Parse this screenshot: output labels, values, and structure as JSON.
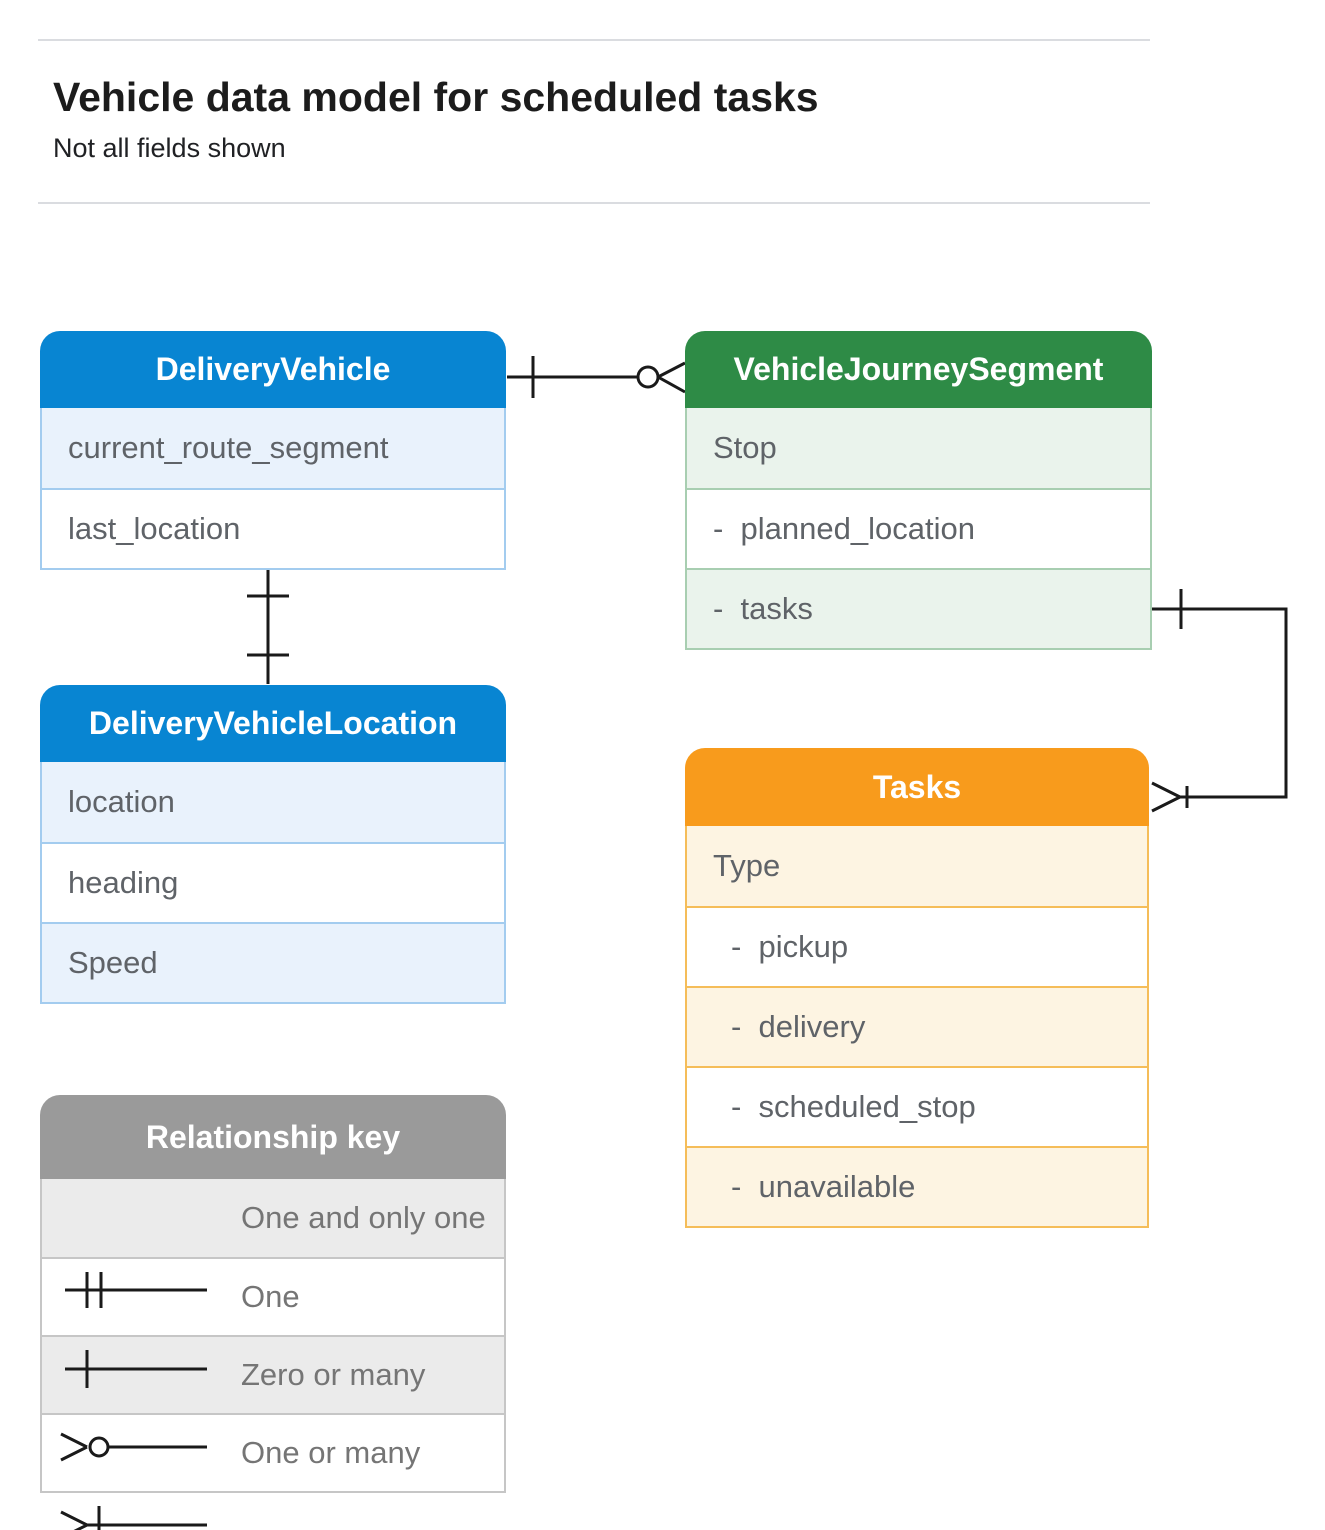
{
  "header": {
    "title": "Vehicle data model for scheduled tasks",
    "subtitle": "Not all fields shown"
  },
  "entities": {
    "delivery_vehicle": {
      "title": "DeliveryVehicle",
      "fields": [
        "current_route_segment",
        "last_location"
      ]
    },
    "vehicle_journey_segment": {
      "title": "VehicleJourneySegment",
      "fields": [
        "Stop",
        "-  planned_location",
        "-  tasks"
      ]
    },
    "delivery_vehicle_location": {
      "title": "DeliveryVehicleLocation",
      "fields": [
        "location",
        "heading",
        "Speed"
      ]
    },
    "tasks": {
      "title": "Tasks",
      "fields": [
        "Type",
        "-  pickup",
        "-  delivery",
        "-  scheduled_stop",
        "-  unavailable"
      ]
    }
  },
  "relationships": [
    {
      "from": "DeliveryVehicle",
      "to": "VehicleJourneySegment",
      "from_cardinality": "one",
      "to_cardinality": "zero-or-many"
    },
    {
      "from": "DeliveryVehicle",
      "to": "DeliveryVehicleLocation",
      "from_cardinality": "one",
      "to_cardinality": "one"
    },
    {
      "from": "VehicleJourneySegment.tasks",
      "to": "Tasks",
      "from_cardinality": "one",
      "to_cardinality": "one-or-many"
    }
  ],
  "legend": {
    "title": "Relationship key",
    "items": [
      {
        "symbol": "one-and-only-one",
        "label": "One and only one"
      },
      {
        "symbol": "one",
        "label": "One"
      },
      {
        "symbol": "zero-or-many",
        "label": "Zero or many"
      },
      {
        "symbol": "one-or-many",
        "label": "One or many"
      }
    ]
  },
  "colors": {
    "blue_header": "#0885D2",
    "blue_row": "#E9F2FC",
    "green_header": "#2E8B46",
    "green_row": "#EAF3EC",
    "orange_header": "#F89B1C",
    "orange_row": "#FDF4E2",
    "gray_header": "#9A9A9A",
    "gray_row": "#EBEBEB",
    "row_text": "#5F6368",
    "divider": "#DADCE0",
    "connector": "#1A1A1A"
  }
}
